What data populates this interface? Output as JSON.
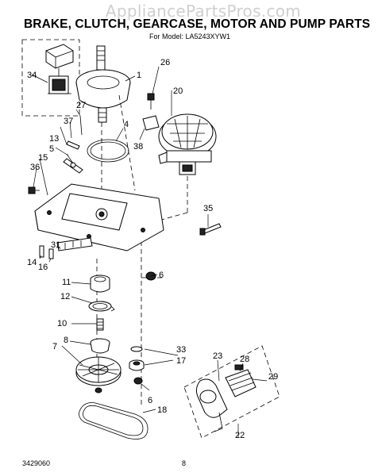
{
  "watermark": "AppliancePartsPros.com",
  "header": {
    "title": "BRAKE, CLUTCH, GEARCASE, MOTOR AND PUMP PARTS",
    "subtitle": "For Model: LA5243XYW1"
  },
  "callouts": {
    "c1": "1",
    "c4": "4",
    "c5": "5",
    "c6a": "6",
    "c6b": "6",
    "c7": "7",
    "c8": "8",
    "c10": "10",
    "c11": "11",
    "c12": "12",
    "c13": "13",
    "c14": "14",
    "c15": "15",
    "c16": "16",
    "c17": "17",
    "c18": "18",
    "c20": "20",
    "c22": "22",
    "c23": "23",
    "c26": "26",
    "c27": "27",
    "c28": "28",
    "c29": "29",
    "c31": "31",
    "c33": "33",
    "c34": "34",
    "c35": "35",
    "c36": "36",
    "c37": "37",
    "c38": "38"
  },
  "footer": {
    "doc_number": "3429060",
    "page_number": "8"
  }
}
